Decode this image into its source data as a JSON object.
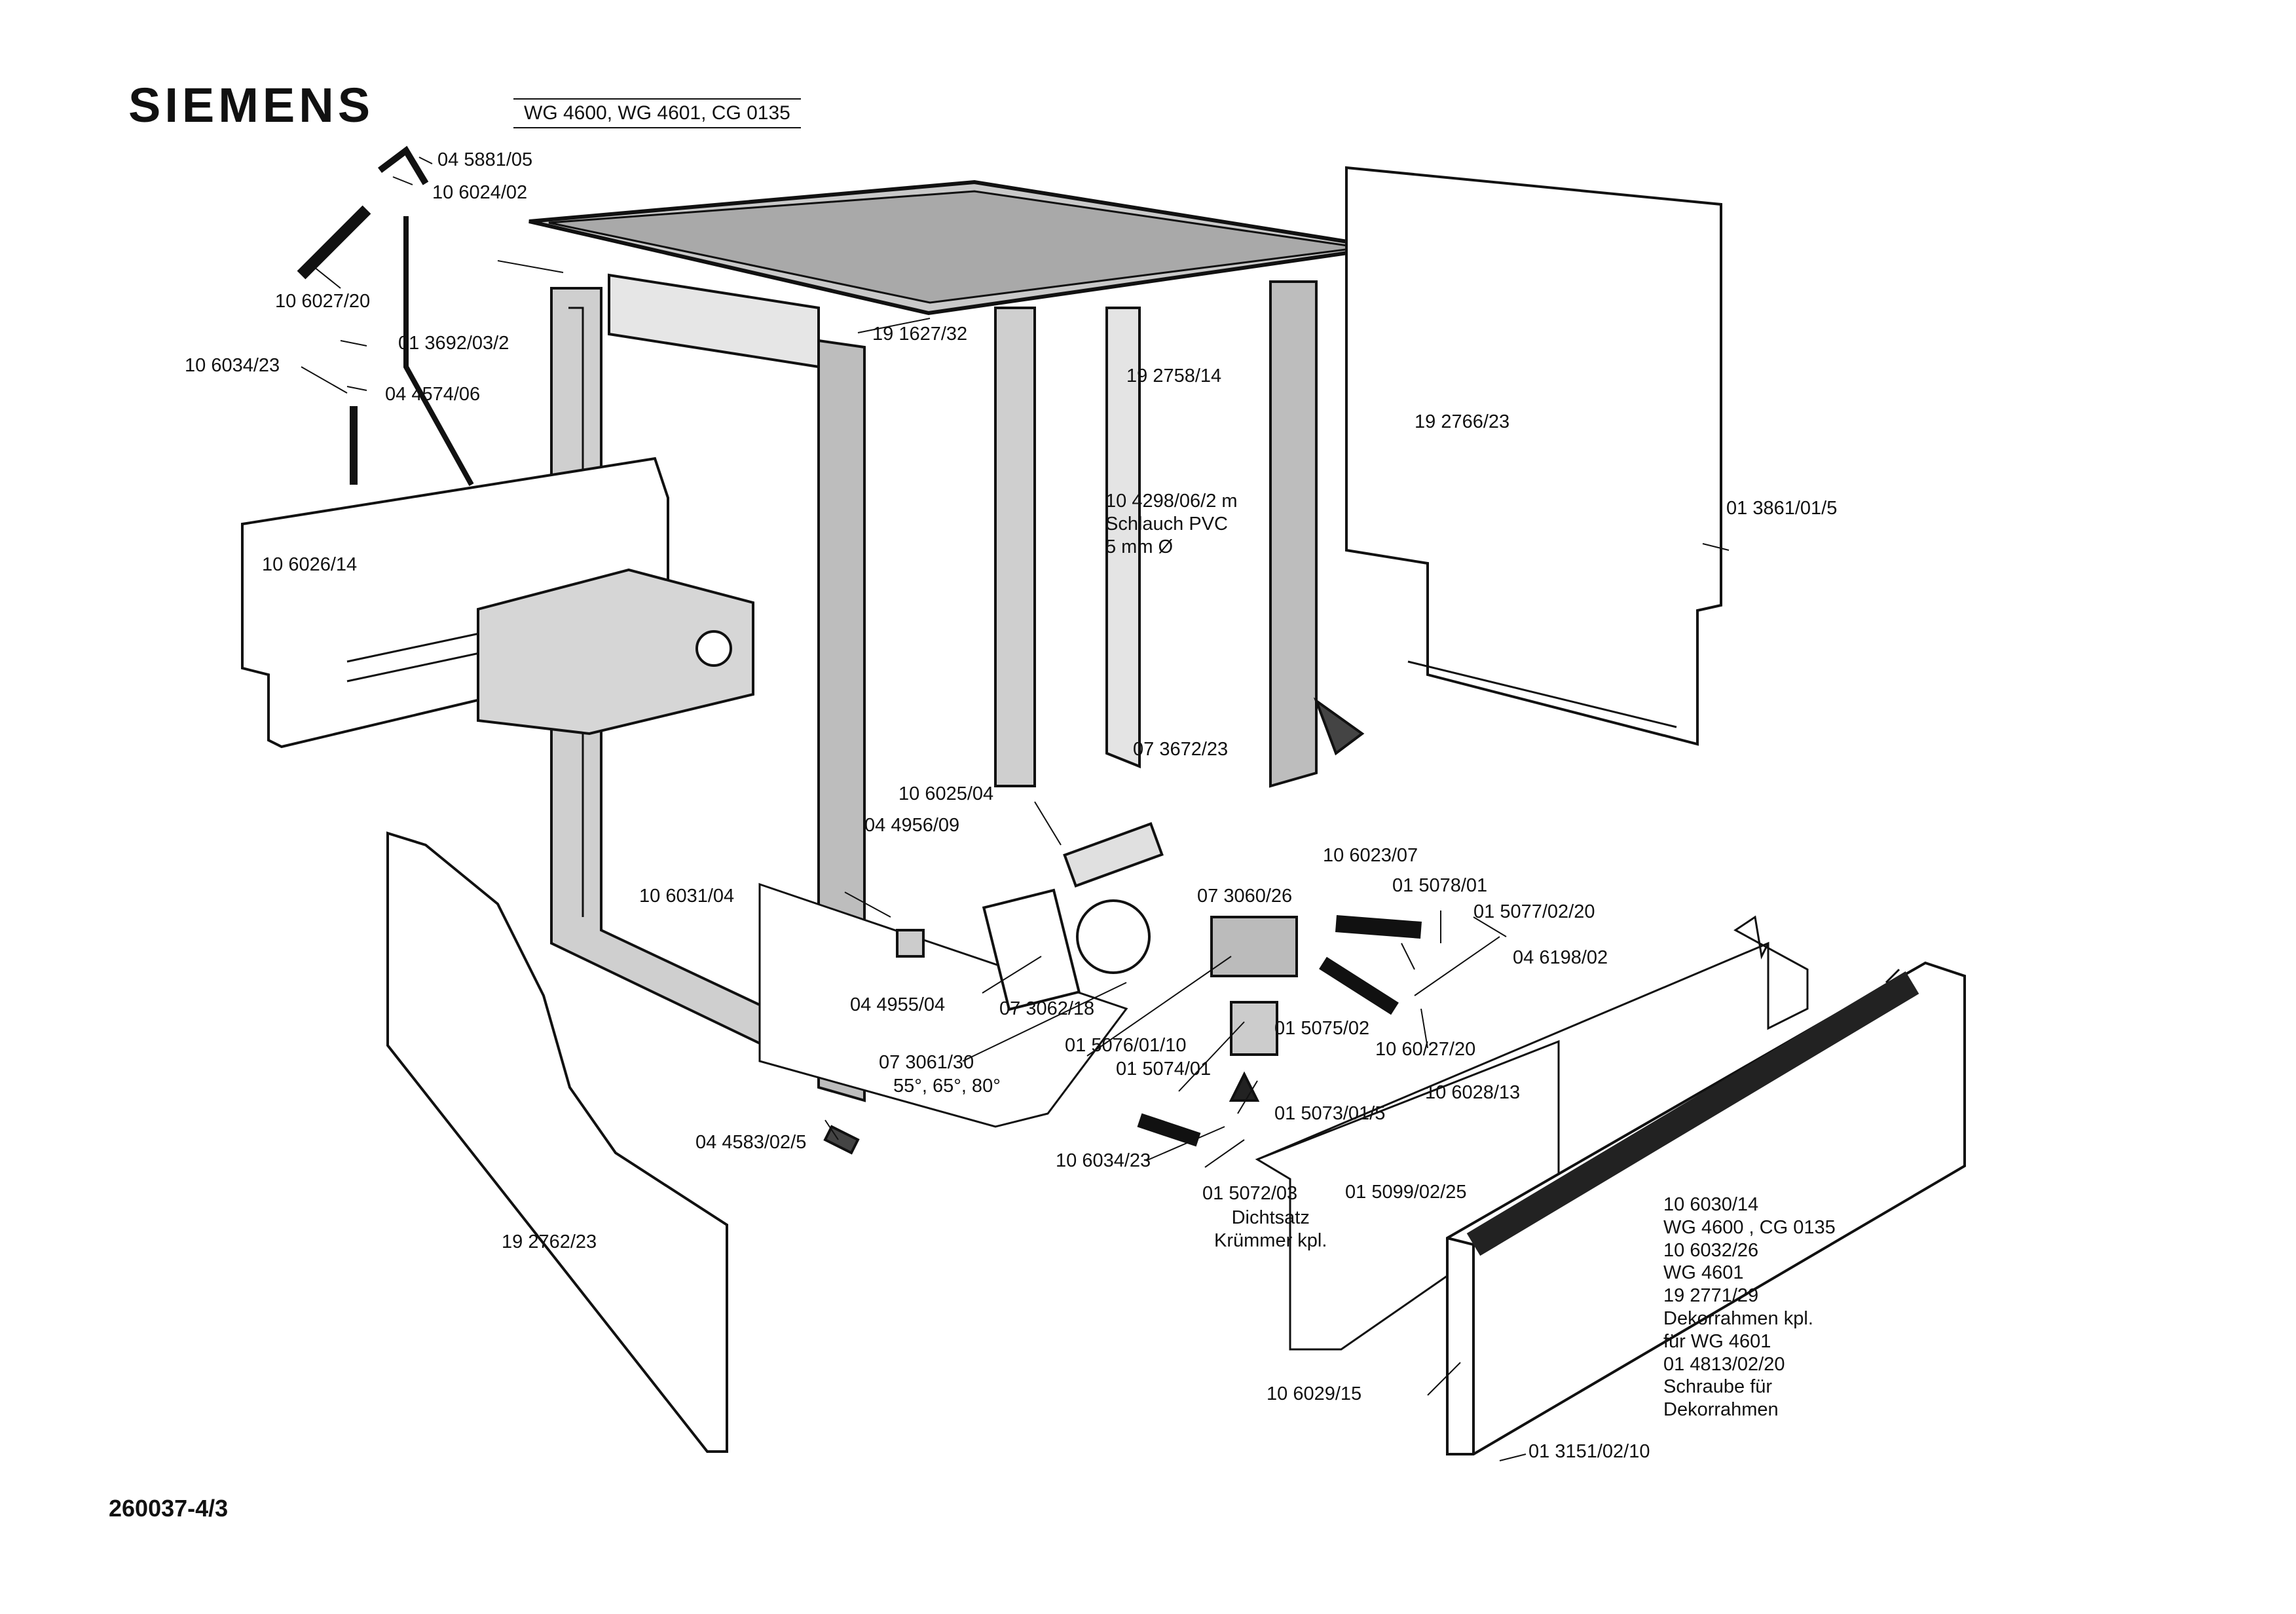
{
  "header": {
    "brand": "SIEMENS",
    "models": "WG 4600, WG 4601, CG 0135",
    "doc_number": "260037-4/3"
  },
  "parts": [
    {
      "id": "p1",
      "text": "04 5881/05"
    },
    {
      "id": "p2",
      "text": "10 6024/02"
    },
    {
      "id": "p3",
      "text": "10 6027/20"
    },
    {
      "id": "p4",
      "text": "01 3692/03/2"
    },
    {
      "id": "p5",
      "text": "10 6034/23"
    },
    {
      "id": "p6",
      "text": "04 4574/06"
    },
    {
      "id": "p7",
      "text": "19 1627/32"
    },
    {
      "id": "p8",
      "text": "19 2758/14"
    },
    {
      "id": "p9",
      "text": "19 2766/23"
    },
    {
      "id": "p10",
      "text": "01 3861/01/5"
    },
    {
      "id": "p11",
      "text": "10 6026/14"
    },
    {
      "id": "p12",
      "text": "07 3672/23"
    },
    {
      "id": "p13",
      "text": "10 6025/04"
    },
    {
      "id": "p14",
      "text": "04 4956/09"
    },
    {
      "id": "p15",
      "text": "10 6023/07"
    },
    {
      "id": "p16",
      "text": "01 5078/01"
    },
    {
      "id": "p17",
      "text": "07 3060/26"
    },
    {
      "id": "p18",
      "text": "01 5077/02/20"
    },
    {
      "id": "p19",
      "text": "10 6031/04"
    },
    {
      "id": "p20",
      "text": "04 6198/02"
    },
    {
      "id": "p21",
      "text": "04 4955/04"
    },
    {
      "id": "p22",
      "text": "07 3062/18"
    },
    {
      "id": "p23",
      "text": "01 5075/02"
    },
    {
      "id": "p24",
      "text": "10 60/27/20"
    },
    {
      "id": "p25",
      "text": "01 5076/01/10"
    },
    {
      "id": "p26",
      "text": "07 3061/30"
    },
    {
      "id": "p27",
      "text": "01 5074/01"
    },
    {
      "id": "p28",
      "text": "10 6028/13"
    },
    {
      "id": "p29",
      "text": "55°, 65°, 80°"
    },
    {
      "id": "p30",
      "text": "01 5073/01/5"
    },
    {
      "id": "p31",
      "text": "04 4583/02/5"
    },
    {
      "id": "p32",
      "text": "10 6034/23"
    },
    {
      "id": "p33",
      "text": "01 5072/03"
    },
    {
      "id": "p34",
      "text": "01 5099/02/25"
    },
    {
      "id": "p35",
      "text": "19 2762/23"
    },
    {
      "id": "p36",
      "text": "10 6029/15"
    },
    {
      "id": "p37",
      "text": "01 3151/02/10"
    }
  ],
  "notes": {
    "hose": [
      "10 4298/06/2 m",
      "Schlauch PVC",
      "5 mm Ø"
    ],
    "seal": [
      "Dichtsatz",
      "Krümmer kpl."
    ],
    "panel": [
      "10 6030/14",
      "WG 4600 , CG 0135",
      "10 6032/26",
      "WG 4601",
      "19 2771/29",
      "Dekorrahmen kpl.",
      "für WG 4601",
      "01 4813/02/20",
      "Schraube für",
      "Dekorrahmen"
    ]
  }
}
